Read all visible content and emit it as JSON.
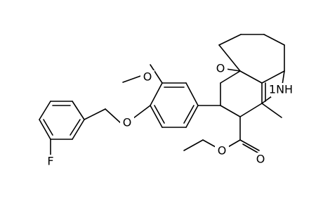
{
  "molecule": {
    "atom_labels": {
      "oxygen_ketone": "O",
      "nitrogen_h": "1NH",
      "oxygen_methoxy": "O",
      "oxygen_benzyloxy": "O",
      "fluorine": "F",
      "oxygen_ester_carbonyl": "O",
      "oxygen_ester_ether": "O"
    }
  }
}
